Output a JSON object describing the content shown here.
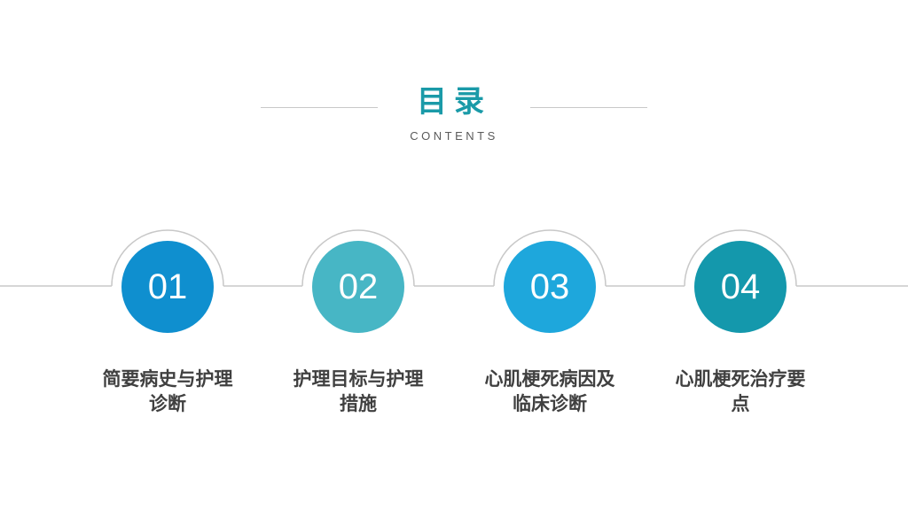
{
  "header": {
    "title": "目录",
    "subtitle": "CONTENTS"
  },
  "colors": {
    "title": "#1a9aa8",
    "circle_1": "#0f8fcf",
    "circle_2": "#47b6c5",
    "circle_3": "#1ea7dc",
    "circle_4": "#1498ac",
    "label_text": "#404040",
    "rule": "#c8c8c8"
  },
  "items": [
    {
      "number": "01",
      "label_line1": "简要病史与护理",
      "label_line2": "诊断"
    },
    {
      "number": "02",
      "label_line1": "护理目标与护理",
      "label_line2": "措施"
    },
    {
      "number": "03",
      "label_line1": "心肌梗死病因及",
      "label_line2": "临床诊断"
    },
    {
      "number": "04",
      "label_line1": "心肌梗死治疗要",
      "label_line2": "点"
    }
  ]
}
